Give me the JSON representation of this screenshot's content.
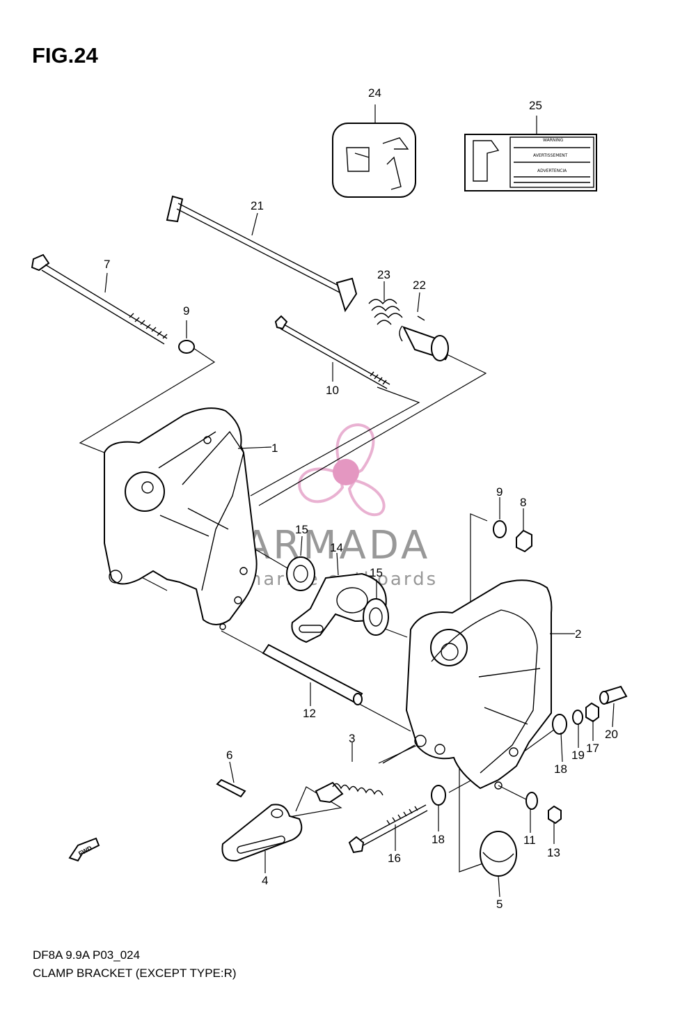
{
  "figure": {
    "title": "FIG.24"
  },
  "footer": {
    "code": "DF8A 9.9A P03_024",
    "caption": "CLAMP BRACKET (EXCEPT TYPE:R)"
  },
  "callouts": {
    "p1": "1",
    "p2": "2",
    "p3": "3",
    "p4": "4",
    "p5": "5",
    "p6": "6",
    "p7": "7",
    "p8": "8",
    "p9a": "9",
    "p9b": "9",
    "p10": "10",
    "p11": "11",
    "p12": "12",
    "p13": "13",
    "p14": "14",
    "p15a": "15",
    "p15b": "15",
    "p16": "16",
    "p17": "17",
    "p18a": "18",
    "p18b": "18",
    "p19": "19",
    "p20": "20",
    "p21": "21",
    "p22": "22",
    "p23": "23",
    "p24": "24",
    "p25": "25"
  },
  "label25": {
    "line1": "WARNING",
    "line2": "AVERTISSEMENT",
    "line3": "ADVERTENCIA"
  },
  "fwd": "FWD",
  "watermark": {
    "brand": "ARMADA",
    "tagline": "marine outboards",
    "logo_color": "#e7a9cd",
    "logo_center_color": "#e28cbb"
  }
}
